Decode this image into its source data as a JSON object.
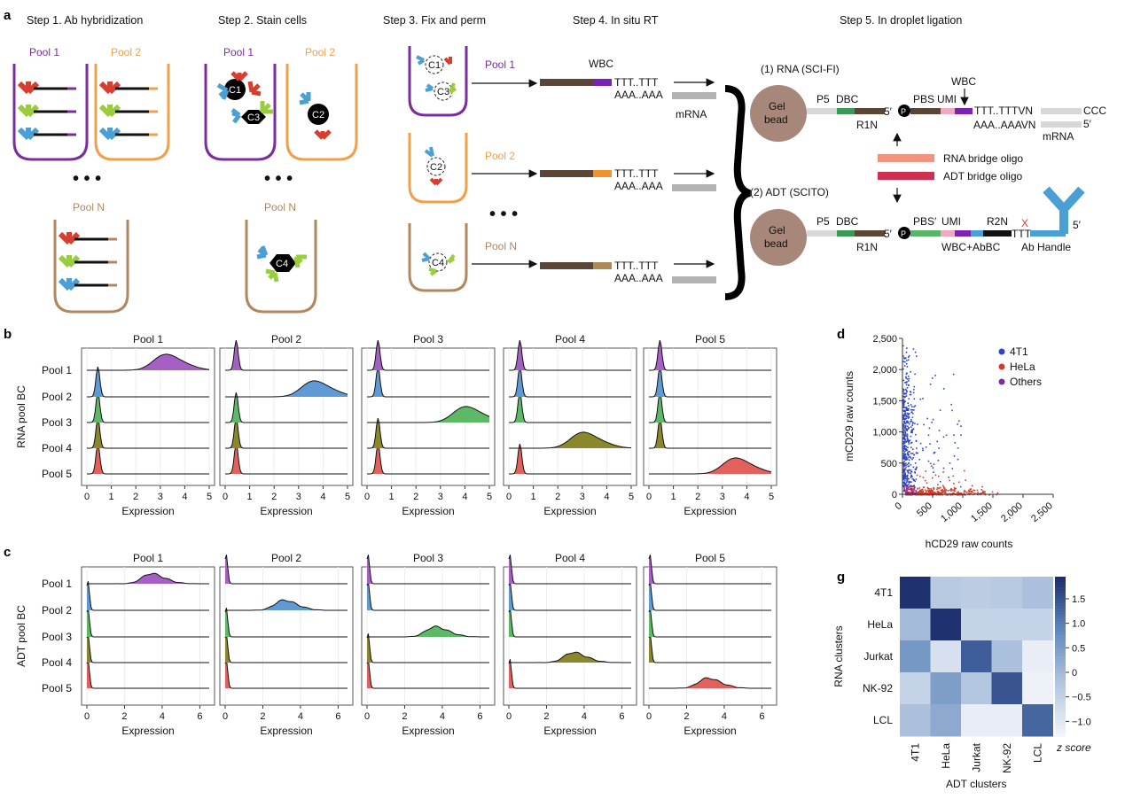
{
  "panel_labels": {
    "a": "a",
    "b": "b",
    "c": "c",
    "d": "d",
    "g": "g"
  },
  "panel_a": {
    "steps": [
      "Step 1. Ab hybridization",
      "Step 2. Stain cells",
      "Step 3. Fix and perm",
      "Step 4. In situ RT",
      "Step 5. In droplet ligation"
    ],
    "pool1": "Pool 1",
    "pool2": "Pool 2",
    "poolN": "Pool N",
    "dots": "• • •",
    "cells": [
      "C1",
      "C2",
      "C3",
      "C4"
    ],
    "wbc": "WBC",
    "polyT": "TTT..TTT",
    "polyA": "AAA..AAA",
    "mrna": "mRNA",
    "rna_title": "(1) RNA (SCI-FI)",
    "adt_title": "(2) ADT (SCITO)",
    "gel1": "Gel",
    "gel2": "bead",
    "p5": "P5",
    "dbc": "DBC",
    "r1n": "R1N",
    "five_prime": "5′",
    "P": "P",
    "pbs": "PBS",
    "umi": "UMI",
    "tttvn": "TTT..TTTVN",
    "aaavn": "AAA..AAAVN",
    "ccc": "CCC",
    "five_prime2": "5′",
    "rna_bridge": "RNA bridge oligo",
    "adt_bridge": "ADT bridge oligo",
    "pbs_prime": "PBS′",
    "umi2": "UMI",
    "r2n": "R2N",
    "ttt": "TTT",
    "x": "X",
    "wbc_abbc": "WBC+AbBC",
    "ab_handle": "Ab Handle"
  },
  "colors": {
    "pool1": "#7b2c9e",
    "pool2": "#f0a04b",
    "poolN": "#b0875f",
    "ab_red": "#d63f2f",
    "ab_green": "#9acd3c",
    "ab_blue": "#4a9fd4",
    "wbc_purple": "#7b22b4",
    "wbc_orange": "#f0922e",
    "wbc_tan": "#b08858",
    "seq_brown": "#5a4536",
    "gel": "#a6877a",
    "dbc_green": "#3a9a55",
    "rna_bridge": "#f0937f",
    "adt_bridge": "#d12f50",
    "ridge_purple": "#9c4fbf",
    "ridge_blue": "#4e8fcf",
    "ridge_green": "#4db157",
    "ridge_olive": "#7d7a16",
    "ridge_red": "#e0504a",
    "pt_4T1": "#2e45c7",
    "pt_HeLa": "#d43c2a",
    "pt_Others": "#7e2ba0",
    "heat_max": "#1d2d6e",
    "heat_min": "#f4f6fb"
  },
  "chart_data": [
    {
      "panel": "b",
      "type": "area",
      "ylabel": "RNA pool BC",
      "xlabel": "Expression",
      "xlim": [
        0,
        5
      ],
      "xticks": [
        0,
        1,
        2,
        3,
        4,
        5
      ],
      "panels": [
        "Pool 1",
        "Pool 2",
        "Pool 3",
        "Pool 4",
        "Pool 5"
      ],
      "rows": [
        "Pool 1",
        "Pool 2",
        "Pool 3",
        "Pool 4",
        "Pool 5"
      ],
      "background_peak": 0.45,
      "signal_peaks": [
        3.1,
        3.5,
        3.9,
        2.9,
        3.4
      ]
    },
    {
      "panel": "c",
      "type": "area",
      "ylabel": "ADT pool BC",
      "xlabel": "Expression",
      "xlim": [
        0,
        6.5
      ],
      "xticks": [
        0,
        2,
        4,
        6
      ],
      "panels": [
        "Pool 1",
        "Pool 2",
        "Pool 3",
        "Pool 4",
        "Pool 5"
      ],
      "rows": [
        "Pool 1",
        "Pool 2",
        "Pool 3",
        "Pool 4",
        "Pool 5"
      ],
      "background_peak": 0.05,
      "signal_peaks": [
        3.3,
        3.0,
        3.5,
        3.3,
        3.0
      ]
    },
    {
      "panel": "d",
      "type": "scatter",
      "xlabel": "hCD29 raw counts",
      "ylabel": "mCD29 raw counts",
      "xlim": [
        0,
        2500
      ],
      "ylim": [
        0,
        2500
      ],
      "xticks": [
        "0",
        "500",
        "1,000",
        "1,500",
        "2,000",
        "2,500"
      ],
      "yticks": [
        "0",
        "500",
        "1,000",
        "1,500",
        "2,000",
        "2,500"
      ],
      "legend": [
        "4T1",
        "HeLa",
        "Others"
      ],
      "legend_position": "top-right"
    },
    {
      "panel": "g",
      "type": "heatmap",
      "rows": [
        "4T1",
        "HeLa",
        "Jurkat",
        "NK-92",
        "LCL"
      ],
      "cols": [
        "4T1",
        "HeLa",
        "Jurkat",
        "NK-92",
        "LCL"
      ],
      "values": [
        [
          1.9,
          -0.3,
          -0.35,
          -0.3,
          -0.1
        ],
        [
          0.0,
          1.9,
          -0.5,
          -0.5,
          -0.5
        ],
        [
          0.6,
          -0.8,
          1.4,
          -0.1,
          -1.1
        ],
        [
          -0.5,
          0.5,
          -0.2,
          1.5,
          -1.2
        ],
        [
          -0.1,
          0.3,
          -1.1,
          -1.1,
          1.3
        ]
      ],
      "ylabel": "RNA clusters",
      "xlabel": "ADT clusters",
      "colorbar_label": "z score",
      "colorbar_ticks": [
        "1.5",
        "1.0",
        "0.5",
        "0",
        "−0.5",
        "−1.0"
      ],
      "colorbar_values": [
        1.5,
        1.0,
        0.5,
        0,
        -0.5,
        -1.0
      ],
      "vmin": -1.3,
      "vmax": 1.95
    }
  ]
}
